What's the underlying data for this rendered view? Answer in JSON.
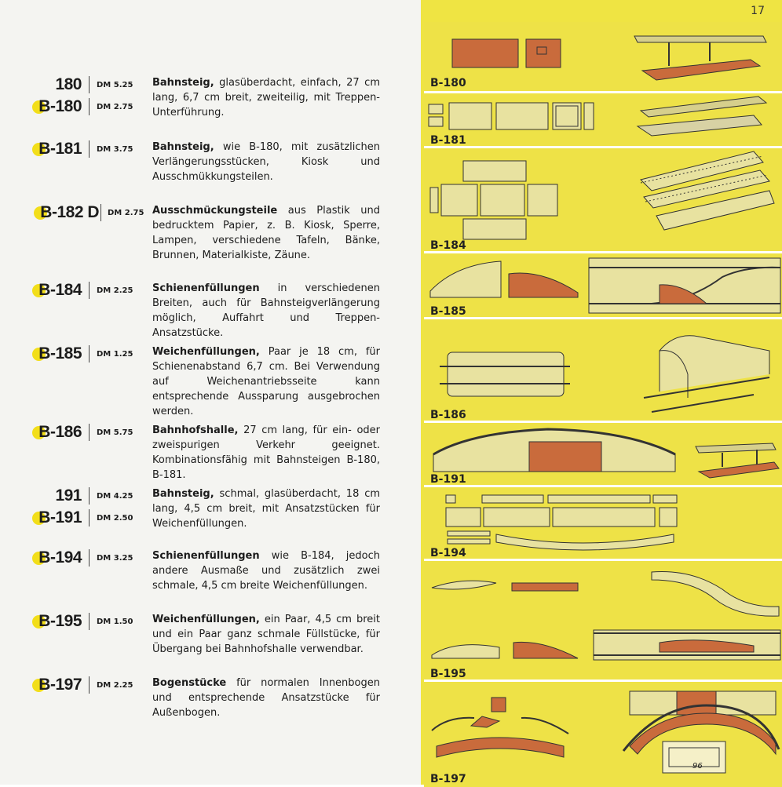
{
  "page_number": "17",
  "entries": [
    {
      "codes": [
        {
          "code": "180",
          "b": false,
          "price": "DM 5.25"
        },
        {
          "code": "B-180",
          "b": true,
          "price": "DM 2.75"
        }
      ],
      "title": "Bahnsteig,",
      "text": "glasüberdacht, einfach, 27 cm lang, 6,7 cm breit, zweiteilig, mit Treppen-Unterführung."
    },
    {
      "codes": [
        {
          "code": "B-181",
          "b": true,
          "price": "DM 3.75"
        }
      ],
      "title": "Bahnsteig,",
      "text": "wie B-180, mit zusätzlichen Verlängerungsstücken, Kiosk und Ausschmükkungsteilen."
    },
    {
      "codes": [
        {
          "code": "B-182 D",
          "b": true,
          "price": "DM 2.75"
        }
      ],
      "title": "Ausschmückungsteile",
      "text": "aus Plastik und bedrucktem Papier, z. B. Kiosk, Sperre, Lampen, verschiedene Tafeln, Bänke, Brunnen, Materialkiste, Zäune."
    },
    {
      "codes": [
        {
          "code": "B-184",
          "b": true,
          "price": "DM 2.25"
        }
      ],
      "title": "Schienenfüllungen",
      "text": "in verschiedenen Breiten, auch für Bahnsteigverlängerung möglich, Auffahrt und Treppen-Ansatzstücke."
    },
    {
      "codes": [
        {
          "code": "B-185",
          "b": true,
          "price": "DM 1.25"
        }
      ],
      "title": "Weichenfüllungen,",
      "text": "Paar je 18 cm, für Schienenabstand 6,7 cm. Bei Verwendung auf Weichenantriebsseite kann entsprechende Aussparung ausgebrochen werden."
    },
    {
      "codes": [
        {
          "code": "B-186",
          "b": true,
          "price": "DM 5.75"
        }
      ],
      "title": "Bahnhofshalle,",
      "text": "27 cm lang, für ein- oder zweispurigen Verkehr geeignet. Kombinationsfähig mit Bahnsteigen B-180, B-181."
    },
    {
      "codes": [
        {
          "code": "191",
          "b": false,
          "price": "DM 4.25"
        },
        {
          "code": "B-191",
          "b": true,
          "price": "DM 2.50"
        }
      ],
      "title": "Bahnsteig,",
      "text": "schmal, glasüberdacht, 18 cm lang, 4,5 cm breit, mit Ansatzstücken für Weichenfüllungen."
    },
    {
      "codes": [
        {
          "code": "B-194",
          "b": true,
          "price": "DM 3.25"
        }
      ],
      "title": "Schienenfüllungen",
      "text": "wie B-184, jedoch andere Ausmaße und zusätzlich zwei schmale, 4,5 cm breite Weichenfüllungen."
    },
    {
      "codes": [
        {
          "code": "B-195",
          "b": true,
          "price": "DM 1.50"
        }
      ],
      "title": "Weichenfüllungen,",
      "text": "ein Paar, 4,5 cm breit und ein Paar ganz schmale Füllstücke, für Übergang bei Bahnhofshalle verwendbar."
    },
    {
      "codes": [
        {
          "code": "B-197",
          "b": true,
          "price": "DM 2.25"
        }
      ],
      "title": "Bogenstücke",
      "text": "für normalen Innenbogen und entsprechende Ansatzstücke für Außenbogen."
    }
  ],
  "panels": [
    {
      "label": "B-180"
    },
    {
      "label": "B-181"
    },
    {
      "label": "B-184"
    },
    {
      "label": "B-185"
    },
    {
      "label": "B-186"
    },
    {
      "label": "B-191"
    },
    {
      "label": "B-194"
    },
    {
      "label": "B-195"
    },
    {
      "label": "B-197"
    }
  ],
  "panel_misc": {
    "b197_number": "96"
  },
  "colors": {
    "yellow": "#efe443",
    "brick": "#c96b3c",
    "dot": "#f2de1a",
    "ink": "#1c1c1c"
  }
}
